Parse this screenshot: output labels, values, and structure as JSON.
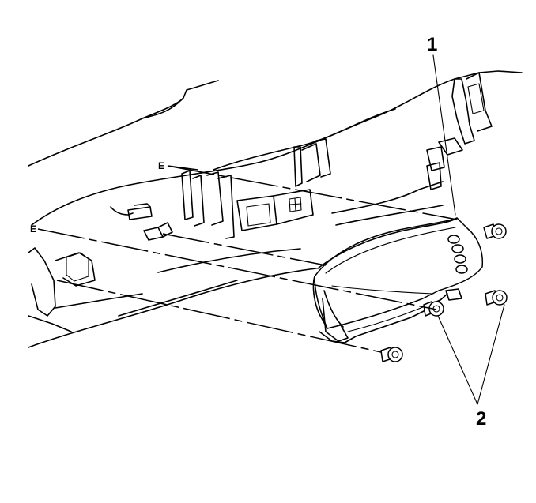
{
  "callouts": {
    "cluster_label": "1",
    "screws_label": "2"
  },
  "marks": {
    "left_upper": "E",
    "left_lower": "E"
  }
}
